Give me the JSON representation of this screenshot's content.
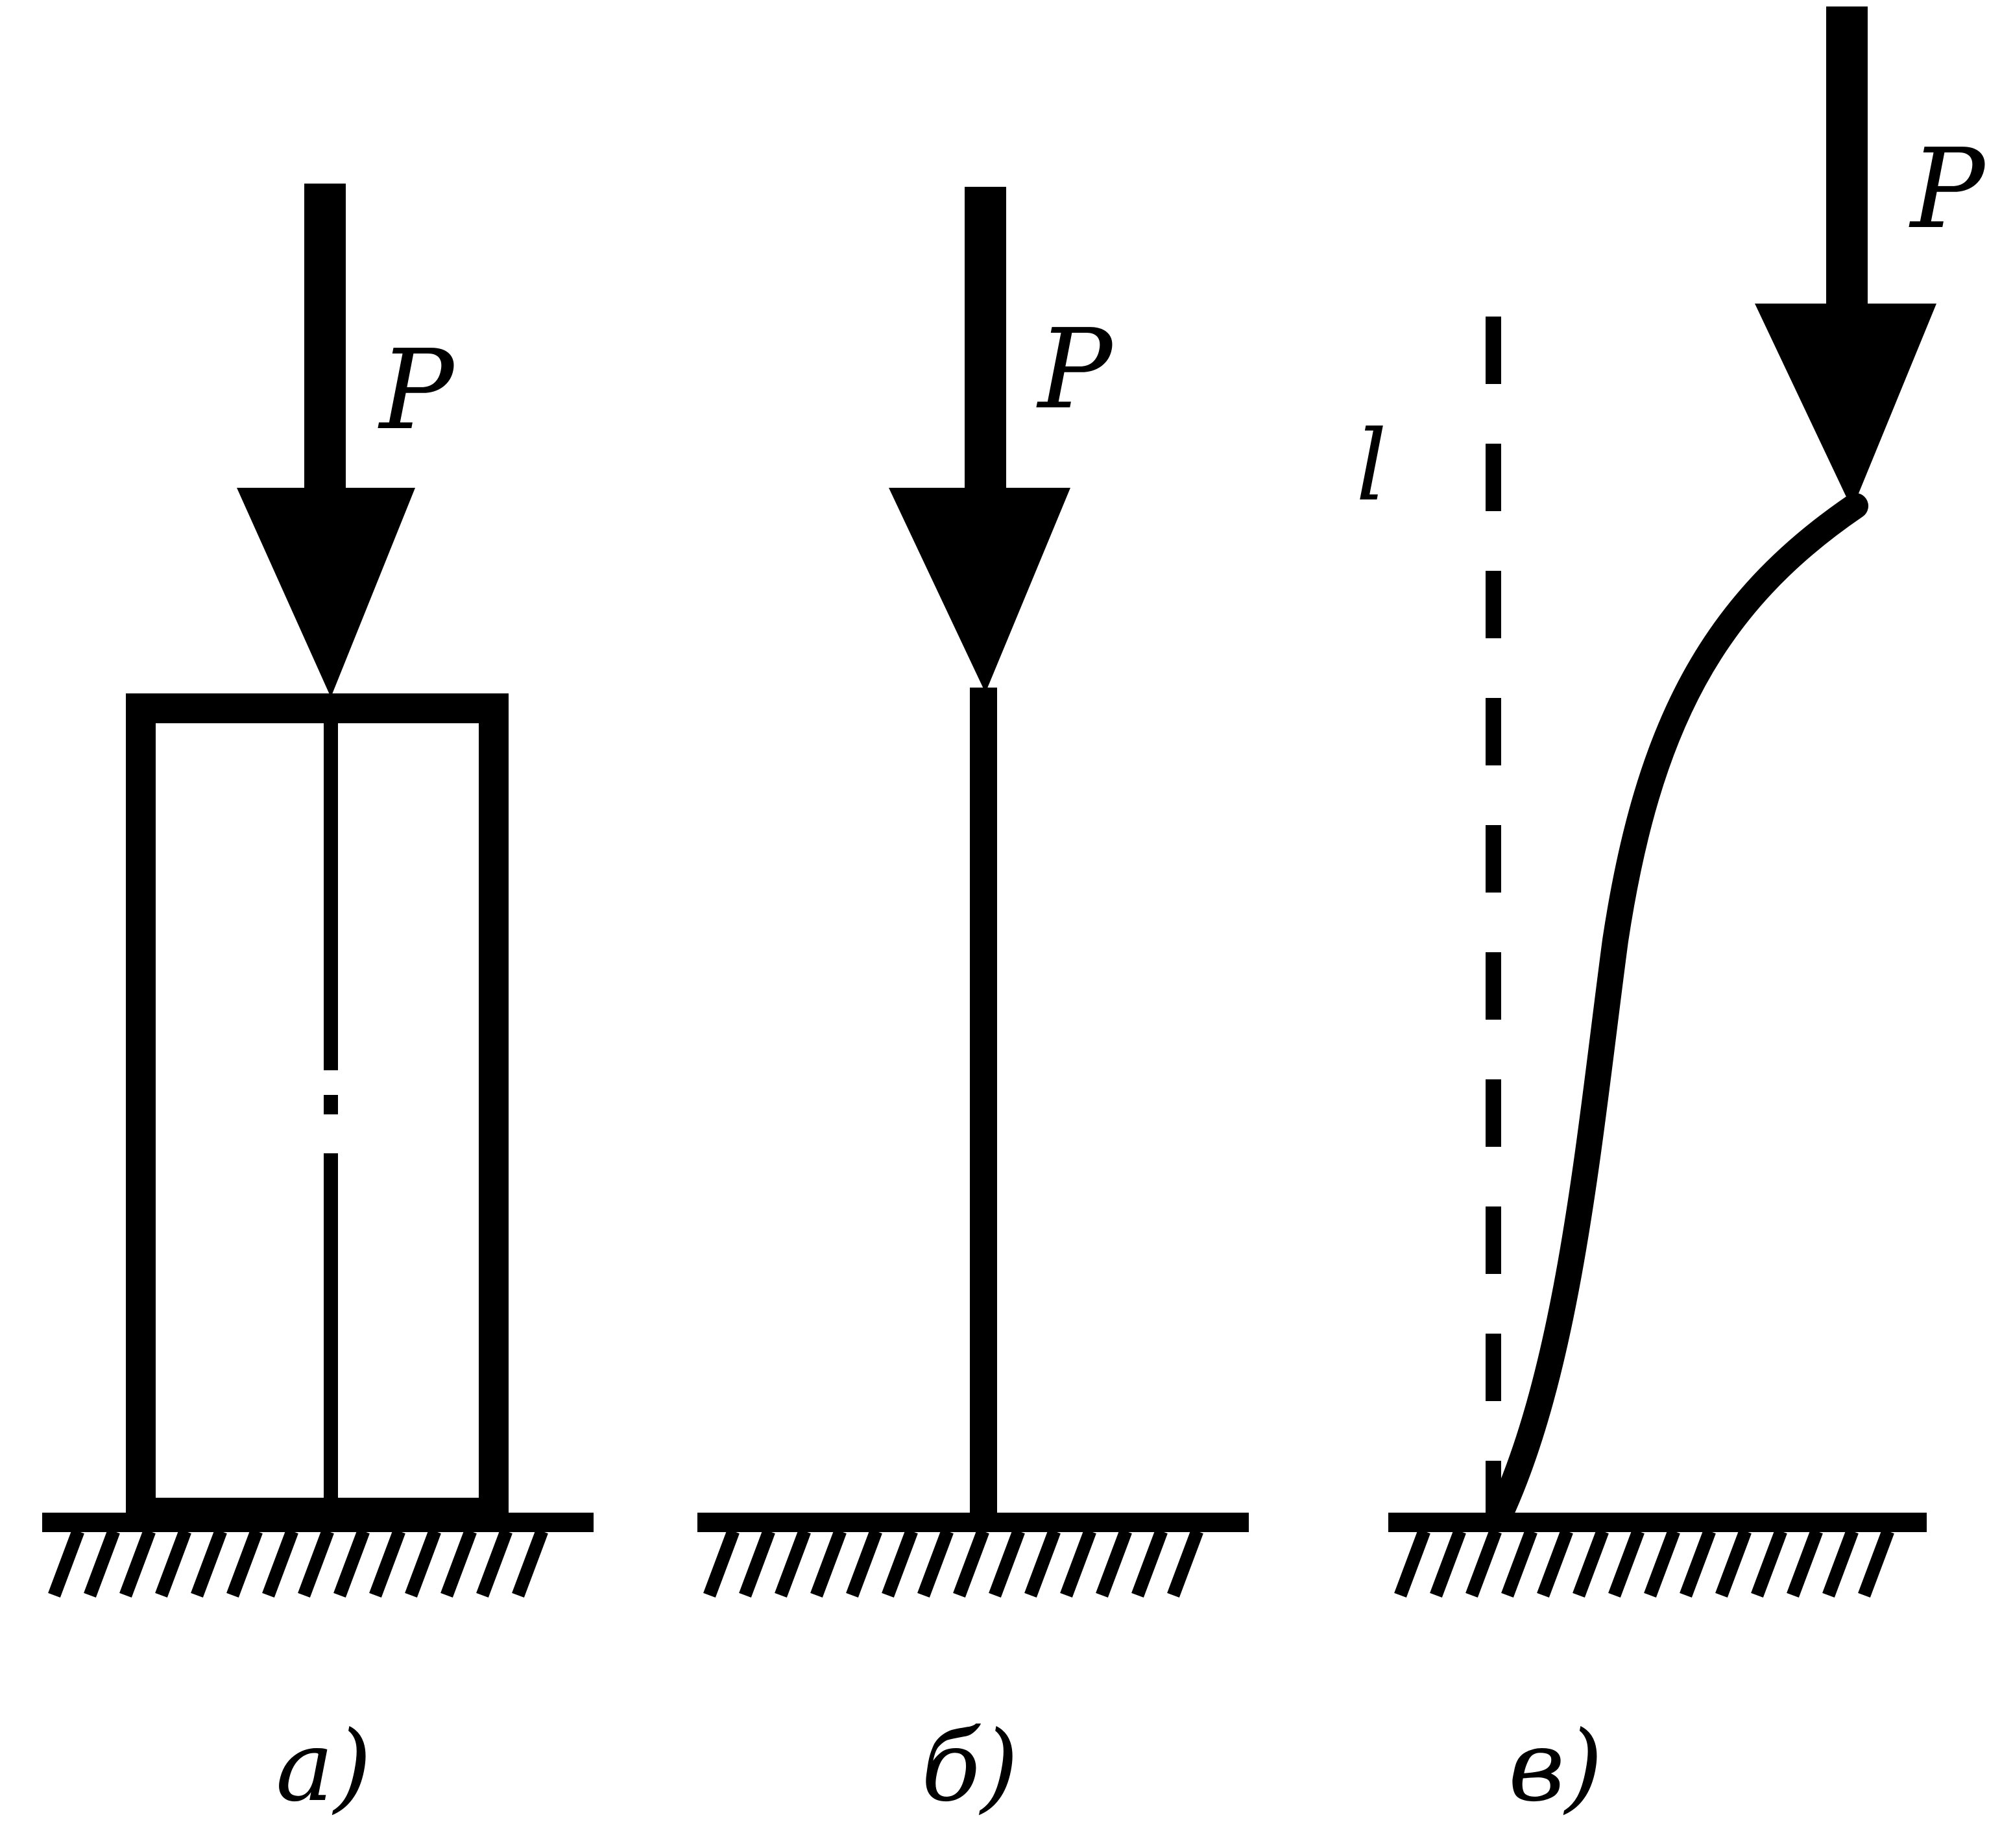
{
  "figure": {
    "panels": [
      {
        "id": "a",
        "force_label": "P",
        "caption": "a)"
      },
      {
        "id": "b",
        "force_label": "P",
        "caption": "б)"
      },
      {
        "id": "c",
        "force_label": "P",
        "length_label": "l",
        "caption": "в)"
      }
    ],
    "colors": {
      "ink": "#000000",
      "background": "#ffffff"
    }
  }
}
